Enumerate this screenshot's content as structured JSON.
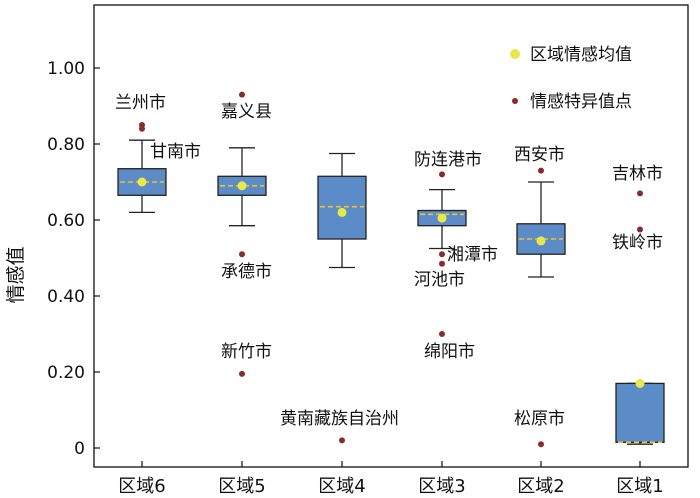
{
  "chart_data": {
    "type": "box",
    "ylabel": "情感值",
    "xlabel": "",
    "ylim": [
      -0.04,
      1.15
    ],
    "yticks": [
      0,
      0.2,
      0.4,
      0.6,
      0.8,
      1.0
    ],
    "ytick_labels": [
      "0",
      "0.20",
      "0.40",
      "0.60",
      "0.80",
      "1.00"
    ],
    "grid": false,
    "legend_position": "top-right",
    "legend": {
      "mean_label": "区域情感均值",
      "outlier_label": "情感特异值点"
    },
    "colors": {
      "box": "#5b8cc8",
      "box_edge": "#222222",
      "mean": "#e8e84a",
      "median": "#f0c030",
      "outlier": "#8b2a2a"
    },
    "categories": [
      "区域6",
      "区域5",
      "区域4",
      "区域3",
      "区域2",
      "区域1"
    ],
    "boxes": [
      {
        "name": "区域6",
        "whisker_low": 0.62,
        "q1": 0.665,
        "median": 0.7,
        "q3": 0.735,
        "whisker_high": 0.81,
        "mean": 0.7,
        "outliers": [
          {
            "value": 0.85,
            "label": "兰州市"
          },
          {
            "value": 0.84,
            "label": "甘南市"
          }
        ]
      },
      {
        "name": "区域5",
        "whisker_low": 0.585,
        "q1": 0.665,
        "median": 0.69,
        "q3": 0.715,
        "whisker_high": 0.79,
        "mean": 0.69,
        "outliers": [
          {
            "value": 0.93,
            "label": "嘉义县"
          },
          {
            "value": 0.51,
            "label": "承德市"
          },
          {
            "value": 0.195,
            "label": "新竹市"
          }
        ]
      },
      {
        "name": "区域4",
        "whisker_low": 0.475,
        "q1": 0.55,
        "median": 0.635,
        "q3": 0.715,
        "whisker_high": 0.775,
        "mean": 0.62,
        "outliers": [
          {
            "value": 0.02,
            "label": "黄南藏族自治州"
          }
        ]
      },
      {
        "name": "区域3",
        "whisker_low": 0.525,
        "q1": 0.585,
        "median": 0.615,
        "q3": 0.625,
        "whisker_high": 0.68,
        "mean": 0.605,
        "outliers": [
          {
            "value": 0.72,
            "label": "防连港市"
          },
          {
            "value": 0.51,
            "label": "湘潭市"
          },
          {
            "value": 0.485,
            "label": "河池市"
          },
          {
            "value": 0.3,
            "label": "绵阳市"
          }
        ]
      },
      {
        "name": "区域2",
        "whisker_low": 0.45,
        "q1": 0.51,
        "median": 0.55,
        "q3": 0.59,
        "whisker_high": 0.7,
        "mean": 0.545,
        "outliers": [
          {
            "value": 0.73,
            "label": "西安市"
          },
          {
            "value": 0.01,
            "label": "松原市"
          }
        ]
      },
      {
        "name": "区域1",
        "whisker_low": 0.01,
        "q1": 0.015,
        "median": 0.015,
        "q3": 0.17,
        "whisker_high": 0.17,
        "mean": 0.17,
        "outliers": [
          {
            "value": 0.67,
            "label": "吉林市"
          },
          {
            "value": 0.575,
            "label": "铁岭市"
          }
        ]
      }
    ]
  }
}
